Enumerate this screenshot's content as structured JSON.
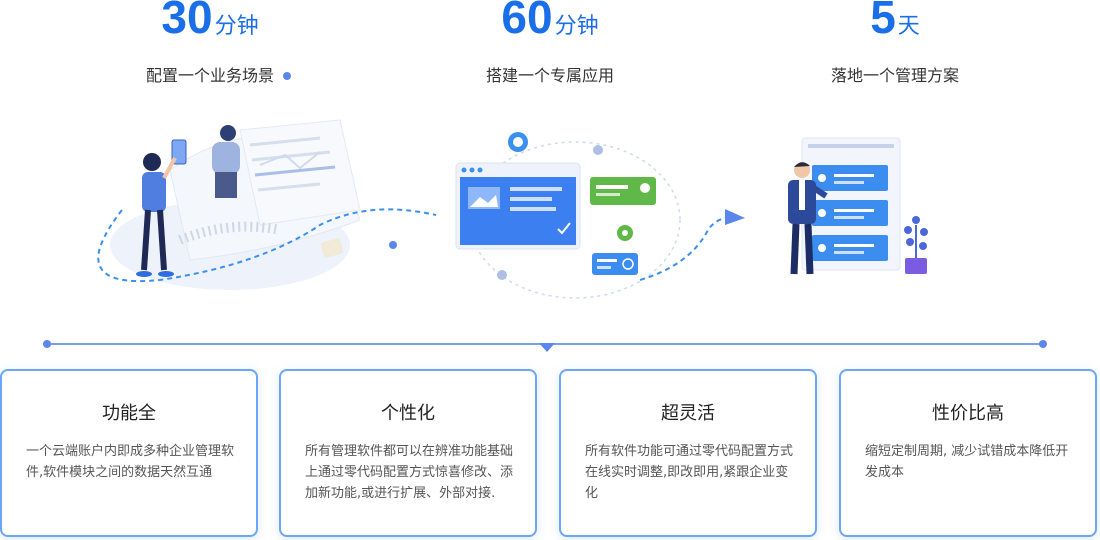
{
  "stats": [
    {
      "number": "30",
      "unit": "分钟",
      "desc": "配置一个业务场景"
    },
    {
      "number": "60",
      "unit": "分钟",
      "desc": "搭建一个专属应用"
    },
    {
      "number": "5",
      "unit": "天",
      "desc": "落地一个管理方案"
    }
  ],
  "features": [
    {
      "title": "功能全",
      "desc": "一个云端账户内即成多种企业管理软件,软件模块之间的数据天然互通"
    },
    {
      "title": "个性化",
      "desc": "所有管理软件都可以在辨准功能基础上通过零代码配置方式惊喜修改、添加新功能,或进行扩展、外部对接."
    },
    {
      "title": "超灵活",
      "desc": "所有软件功能可通过零代码配置方式在线实时调整,即改即用,紧跟企业变化"
    },
    {
      "title": "性价比高",
      "desc": "缩短定制周期, 减少试错成本降低开发成本"
    }
  ],
  "icons": {
    "illustration_1": "woman-with-tablet-illustration",
    "illustration_2": "app-card-illustration",
    "illustration_3": "businessman-dashboard-illustration"
  },
  "colors": {
    "accent": "#1a6fe8",
    "card_border": "#6ca6f7",
    "green": "#5fb847"
  }
}
